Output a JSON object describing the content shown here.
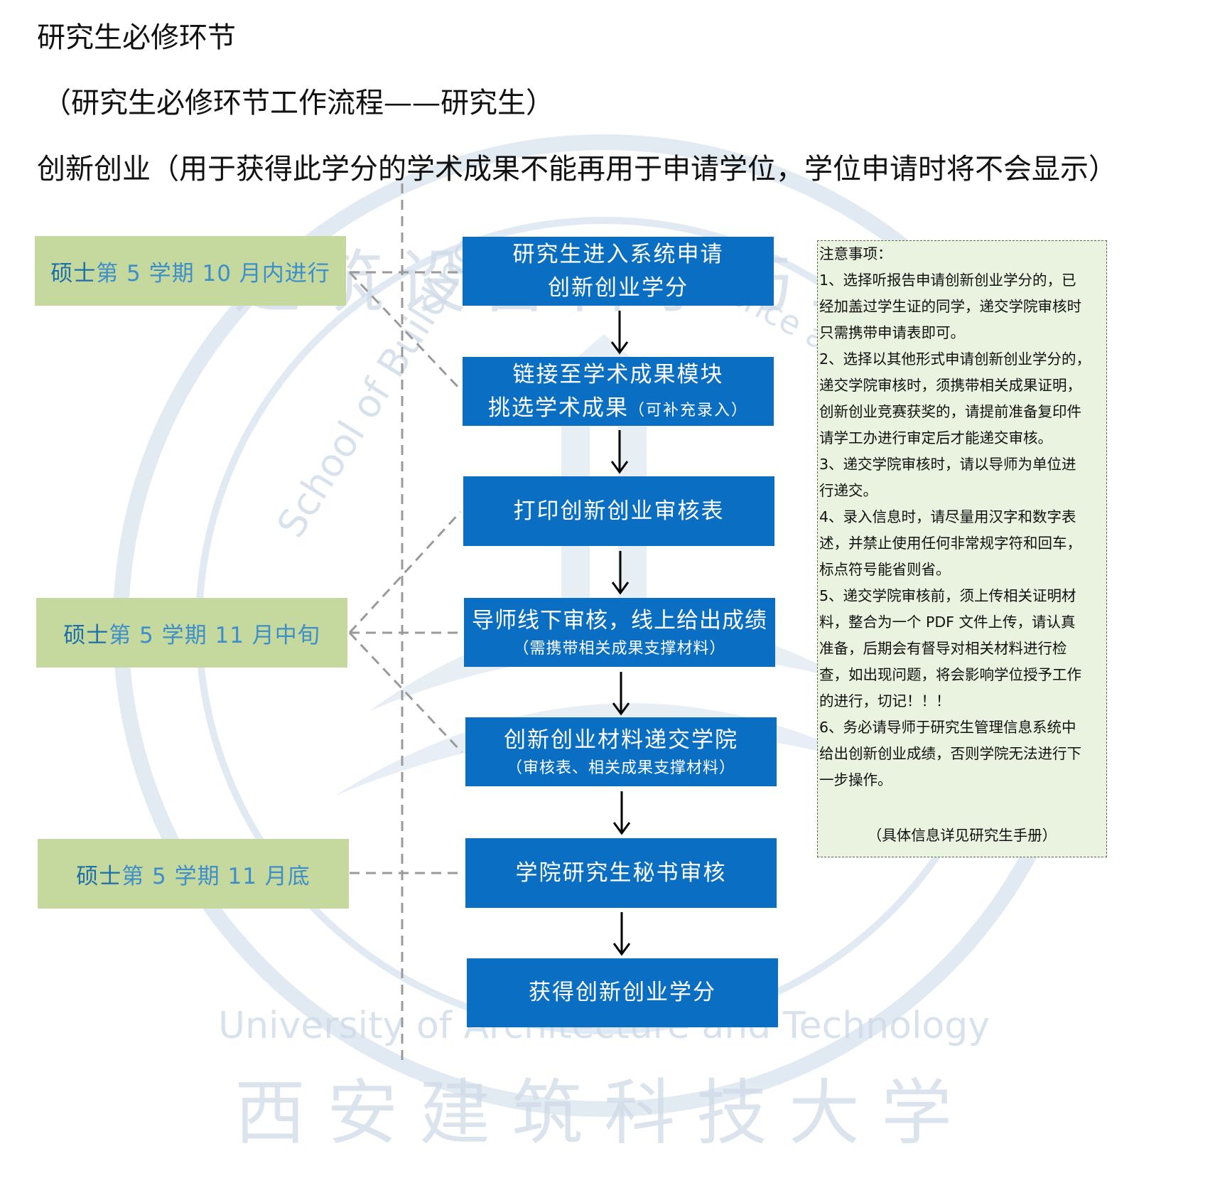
{
  "headings": {
    "line1": "研究生必修环节",
    "line2": "（研究生必修环节工作流程——研究生）",
    "line3": "创新创业（用于获得此学分的学术成果不能再用于申请学位，学位申请时将不会显示）"
  },
  "timeline": [
    {
      "degree": "硕士",
      "rest": "第 5 学期 10 月内进行"
    },
    {
      "degree": "硕士",
      "rest": "第 5 学期 11 月中旬"
    },
    {
      "degree": "硕士",
      "rest": "第 5 学期 11 月底"
    }
  ],
  "steps": [
    {
      "line1": "研究生进入系统申请",
      "line2": "创新创业学分"
    },
    {
      "line1": "链接至学术成果模块",
      "line2": "挑选学术成果",
      "inline_sub": "（可补充录入）"
    },
    {
      "line1": "打印创新创业审核表"
    },
    {
      "line1": "导师线下审核，线上给出成绩",
      "sub": "（需携带相关成果支撑材料）"
    },
    {
      "line1": "创新创业材料递交学院",
      "sub": "（审核表、相关成果支撑材料）"
    },
    {
      "line1": "学院研究生秘书审核"
    },
    {
      "line1": "获得创新创业学分"
    }
  ],
  "notes": {
    "lines": [
      "注意事项：",
      "1、选择听报告申请创新创业学分的，已",
      "经加盖过学生证的同学，递交学院审核时",
      "只需携带申请表即可。",
      "2、选择以其他形式申请创新创业学分的，",
      "递交学院审核时，须携带相关成果证明，",
      "创新创业竞赛获奖的，请提前准备复印件",
      "请学工办进行审定后才能递交审核。",
      "3、递交学院审核时，请以导师为单位进",
      "行递交。",
      "4、录入信息时，请尽量用汉字和数字表",
      "述，并禁止使用任何非常规字符和回车，",
      "标点符号能省则省。",
      "5、递交学院审核前，须上传相关证明材",
      "料，整合为一个 PDF 文件上传，请认真",
      "准备，后期会有督导对相关材料进行检",
      "查，如出现问题，将会影响学位授予工作",
      "的进行，切记！！！",
      "6、务必请导师于研究生管理信息系统中",
      "给出创新创业成绩，否则学院无法进行下",
      "一步操作。"
    ],
    "footer": "（具体信息详见研究生手册）"
  },
  "watermark": {
    "text_top": "建筑设备科学与工程",
    "text_en_left": "School of Building",
    "text_en_right": "Science and",
    "text_bottom_en": "University of Architecture and Technology",
    "text_bottom_cn": "西安建筑科技大学"
  },
  "colors": {
    "step_blue": "#0a6fc2",
    "time_green": "#c5d99e",
    "time_text": "#3e8ec9",
    "notes_bg": "#eaf3df"
  }
}
